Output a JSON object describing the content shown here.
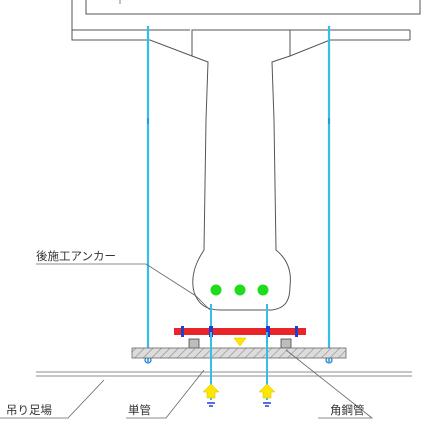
{
  "labels": {
    "anchor": "後施工アンカー",
    "suspended_scaffold": "吊り足場",
    "single_pipe": "単管",
    "square_steel_pipe": "角鋼管"
  },
  "colors": {
    "cable": "#35bfe6",
    "red_beam": "#e8262a",
    "anchor_bolt": "#1f3fd0",
    "green_dot": "#1fdc1f",
    "yellow_arrow": "#ffe600",
    "arrow_stem": "#2aa8e8",
    "hatch": "#9a9a9a",
    "plate": "#d9d9d9"
  },
  "green_dot_count": 3
}
